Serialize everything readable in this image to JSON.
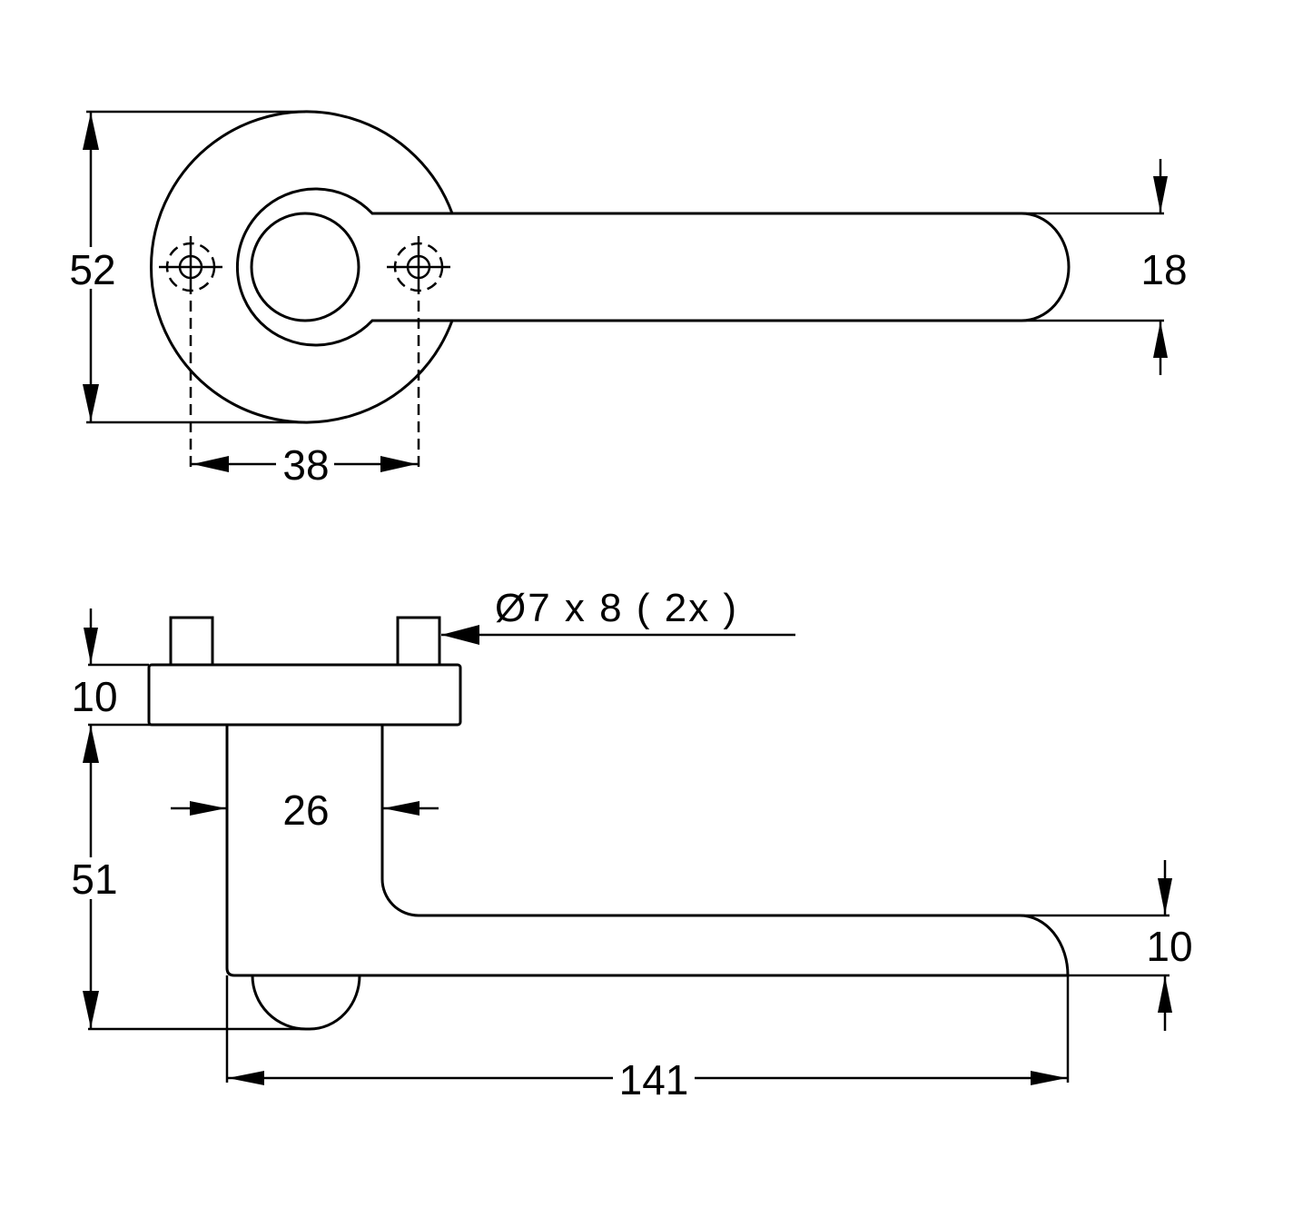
{
  "drawing": {
    "top_view": {
      "dim_rose_diameter": "52",
      "dim_screw_spacing": "38",
      "dim_handle_width": "18"
    },
    "side_view": {
      "note_screws": "Ø7 x 8 ( 2x )",
      "dim_rose_thickness": "10",
      "dim_neck_width": "26",
      "dim_height": "51",
      "dim_lever_thickness": "10",
      "dim_length": "141"
    }
  }
}
